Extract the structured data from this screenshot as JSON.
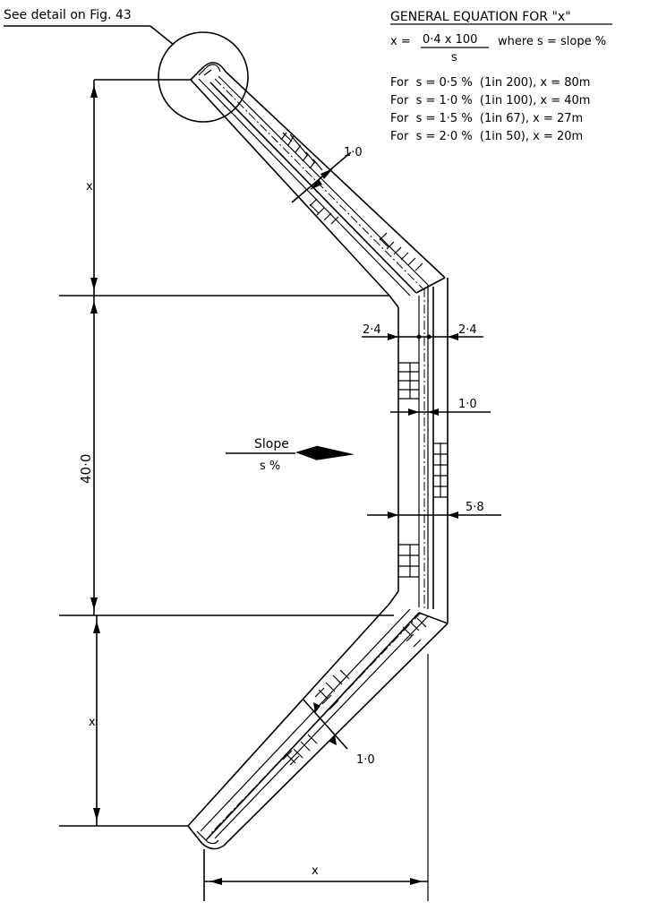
{
  "detail_note": "See detail on Fig. 43",
  "equation": {
    "heading": "GENERAL EQUATION FOR \"x\"",
    "lhs": "x =",
    "numerator": "0·4 x 100",
    "denominator": "s",
    "where": "where s = slope %"
  },
  "table_rows": [
    "For  s = 0·5 %  (1in 200), x = 80m",
    "For  s = 1·0 %  (1in 100), x = 40m",
    "For  s = 1·5 %  (1in 67), x = 27m",
    "For  s = 2·0 %  (1in 50), x = 20m"
  ],
  "dimensions": {
    "x_top": "x",
    "middle": "40·0",
    "x_bottom": "x",
    "x_horizontal": "x",
    "upper_width": "1·0",
    "lower_width": "1·0",
    "left_offset": "2·4",
    "right_offset": "2·4",
    "inner_width": "1·0",
    "overall_width": "5·8"
  },
  "slope": {
    "label": "Slope",
    "value": "s %"
  }
}
